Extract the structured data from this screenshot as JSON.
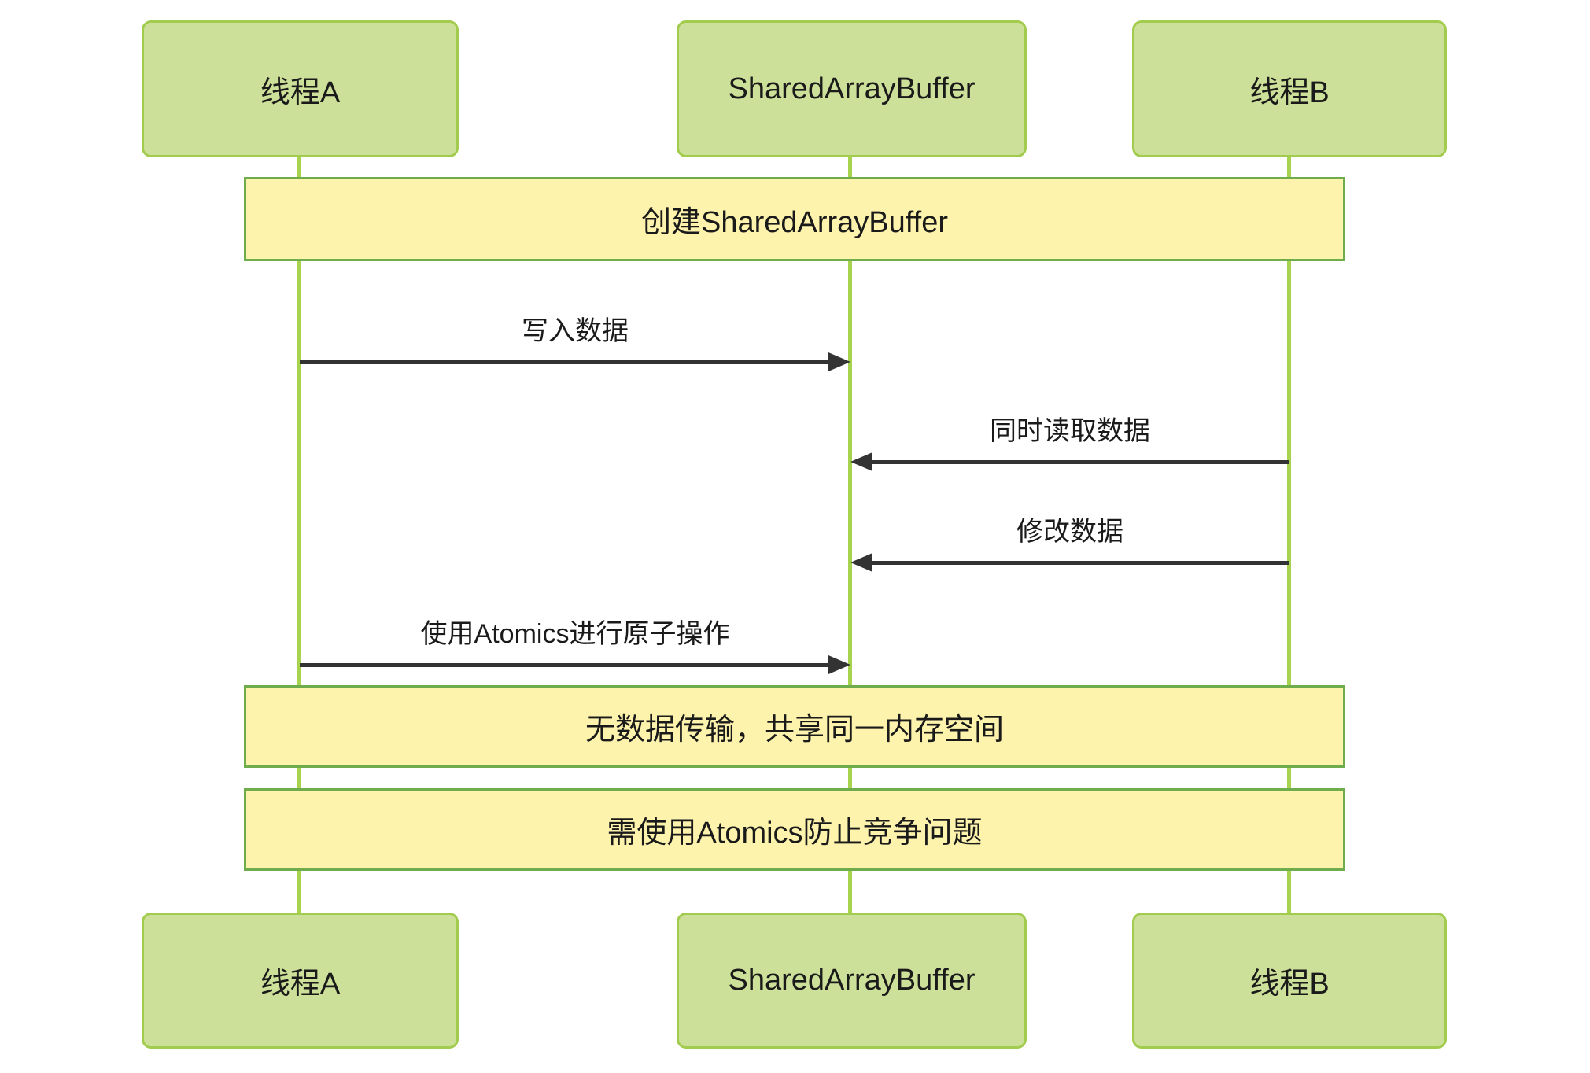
{
  "diagram": {
    "type": "sequence",
    "participants": [
      {
        "id": "thread-a",
        "label": "线程A"
      },
      {
        "id": "shared-array-buffer",
        "label": "SharedArrayBuffer"
      },
      {
        "id": "thread-b",
        "label": "线程B"
      }
    ],
    "notes": [
      {
        "text": "创建SharedArrayBuffer",
        "span": "all"
      },
      {
        "text": "无数据传输，共享同一内存空间",
        "span": "all"
      },
      {
        "text": "需使用Atomics防止竞争问题",
        "span": "all"
      }
    ],
    "messages": [
      {
        "label": "写入数据",
        "from": "线程A",
        "to": "SharedArrayBuffer",
        "direction": "right"
      },
      {
        "label": "同时读取数据",
        "from": "线程B",
        "to": "SharedArrayBuffer",
        "direction": "left"
      },
      {
        "label": "修改数据",
        "from": "线程B",
        "to": "SharedArrayBuffer",
        "direction": "left"
      },
      {
        "label": "使用Atomics进行原子操作",
        "from": "线程A",
        "to": "SharedArrayBuffer",
        "direction": "right"
      }
    ],
    "colors": {
      "participant_fill": "#cde099",
      "participant_border": "#a2cc4d",
      "lifeline": "#a8d34f",
      "note_fill": "#fdf3ad",
      "note_border": "#6fad4c",
      "arrow": "#333333",
      "text": "#1a1a1a",
      "background": "#ffffff"
    }
  }
}
